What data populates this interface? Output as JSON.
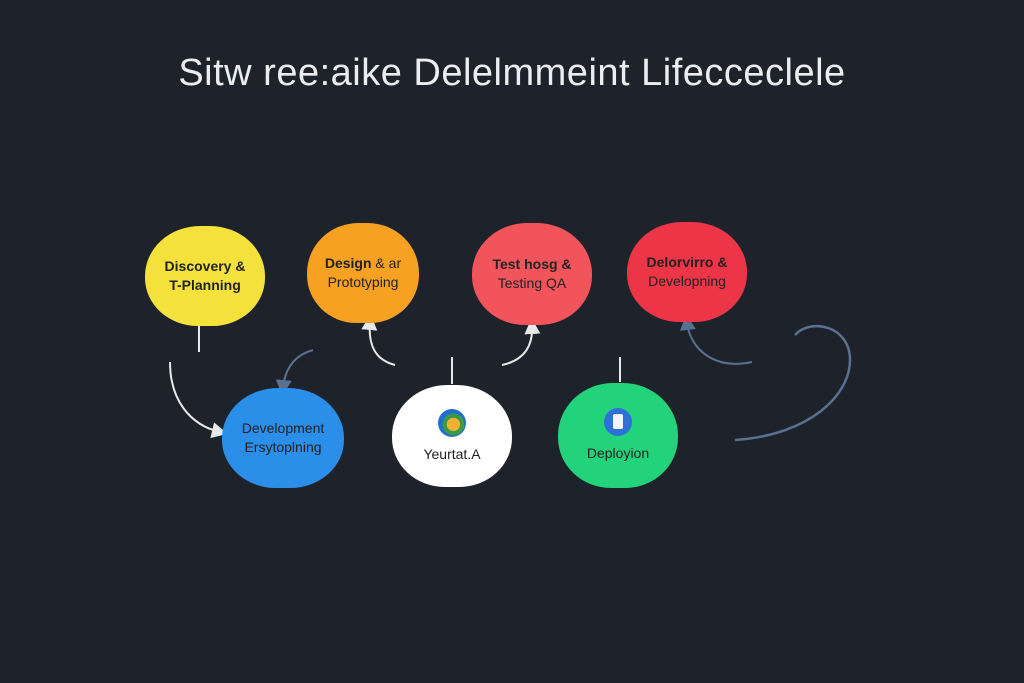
{
  "title": "Sitw ree:aike Delelmmeint  Lifecceclele",
  "nodes": [
    {
      "id": "discovery",
      "line1": "Discovery &",
      "line2": "T-Planning",
      "color": "#f4e13c"
    },
    {
      "id": "design",
      "line1": "Design",
      "line1b": " & ar",
      "line2": "Prototyping",
      "color": "#f6a122"
    },
    {
      "id": "test",
      "line1": "Test hosg &",
      "line2": "Testing QA",
      "color": "#f2545c"
    },
    {
      "id": "develop",
      "line1": "Delorvirro &",
      "line2": "Developning",
      "color": "#ec3547"
    },
    {
      "id": "development",
      "line1": "Development",
      "line2": "Ersytoplning",
      "color": "#2b8ee8"
    },
    {
      "id": "yeurtat",
      "line1": "Yeurtat.A",
      "color": "#ffffff",
      "icon": "globe-icon"
    },
    {
      "id": "deployment",
      "line1": "Deployion",
      "color": "#22d37b",
      "icon": "package-icon"
    }
  ]
}
